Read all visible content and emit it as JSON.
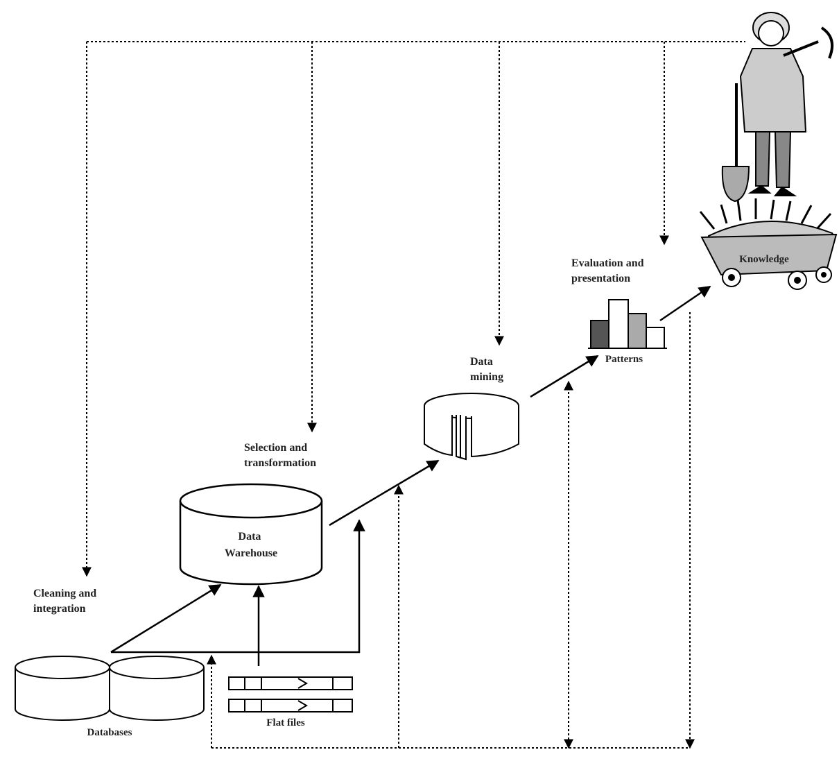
{
  "labels": {
    "cleaning": [
      "Cleaning and",
      "integration"
    ],
    "selection": [
      "Selection and",
      "transformation"
    ],
    "mining": [
      "Data",
      "mining"
    ],
    "evaluation": [
      "Evaluation and",
      "presentation"
    ],
    "warehouse": [
      "Data",
      "Warehouse"
    ],
    "databases": "Databases",
    "flat_files": "Flat files",
    "patterns": "Patterns",
    "knowledge": "Knowledge"
  }
}
